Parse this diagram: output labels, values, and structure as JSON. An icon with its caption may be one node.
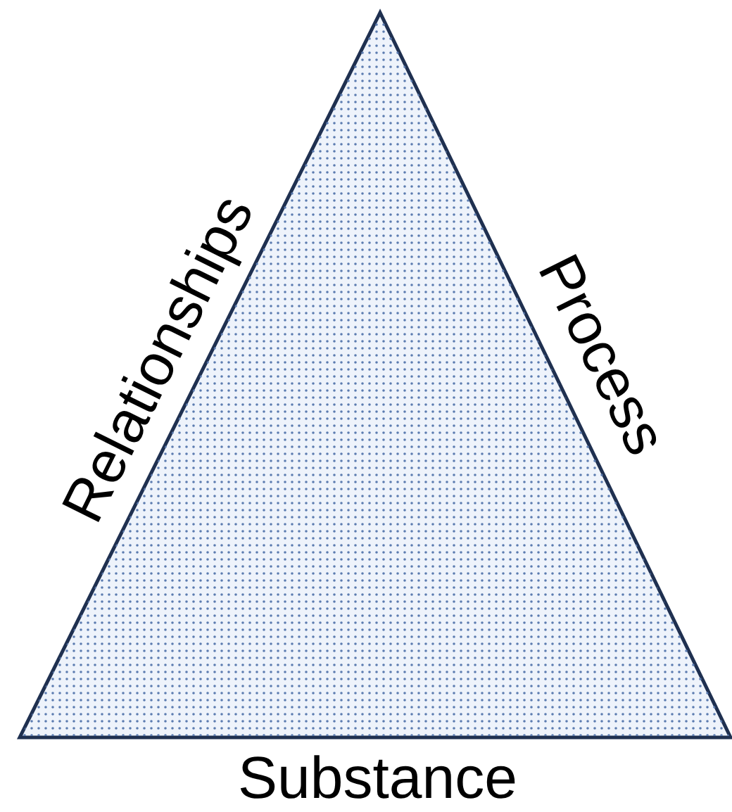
{
  "diagram": {
    "labels": [
      "Relationships",
      "Process",
      "Substance"
    ]
  }
}
